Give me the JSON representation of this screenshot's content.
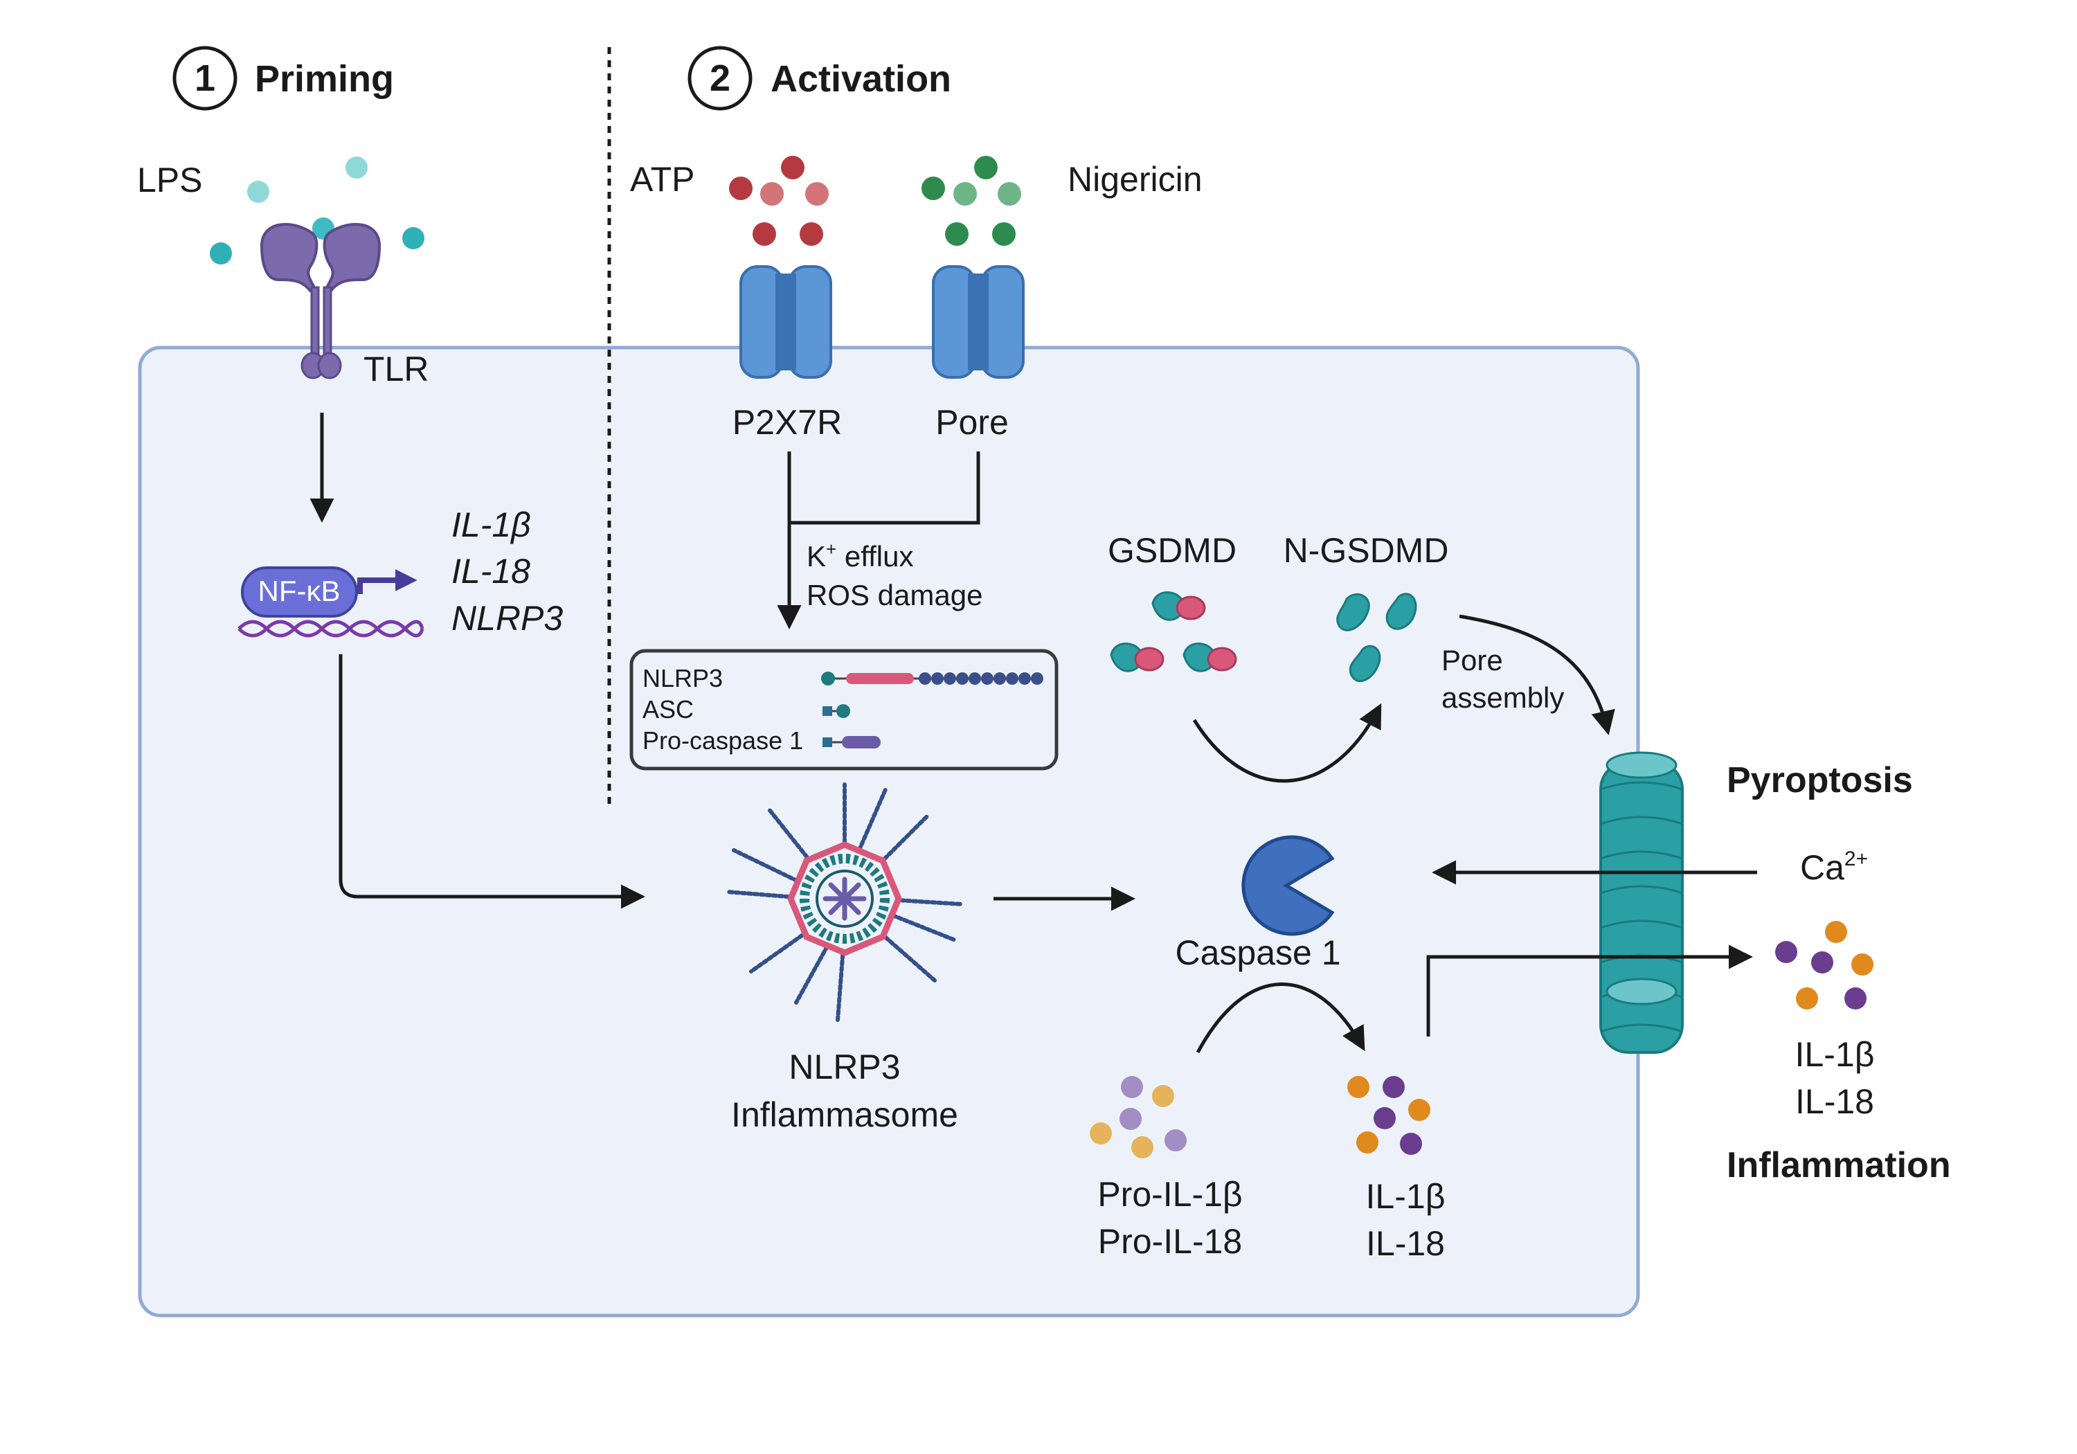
{
  "colors": {
    "cell_fill": "#edf2fa",
    "cell_border": "#93a9d6",
    "receptor_purple": "#7b6aac",
    "lps_teal": "#3fbcc2",
    "atp_red": "#b43a3f",
    "nig_green": "#2e8b4e",
    "channel_blue": "#4a86c8",
    "gsdmd_teal": "#2aa0a4",
    "gsdmd_pink": "#d9587a",
    "caspase_blue": "#3f6fbd",
    "il1_orange": "#e08a1e",
    "il18_purple": "#6a3d8f",
    "nfkb": "#6a6fd8"
  },
  "steps": {
    "priming_num": "1",
    "priming_label": "Priming",
    "activation_num": "2",
    "activation_label": "Activation"
  },
  "labels": {
    "lps": "LPS",
    "tlr": "TLR",
    "atp": "ATP",
    "nigericin": "Nigericin",
    "p2x7r": "P2X7R",
    "pore": "Pore",
    "nfkb": "NF-κB",
    "gene1": "IL-1β",
    "gene2": "IL-18",
    "gene3": "NLRP3",
    "k_efflux_k": "K",
    "k_efflux_sup": "+",
    "k_efflux_rest": " efflux",
    "ros": "ROS damage",
    "domain_nlrp3": "NLRP3",
    "domain_asc": "ASC",
    "domain_procasp": "Pro-caspase 1",
    "inflammasome_1": "NLRP3",
    "inflammasome_2": "Inflammasome",
    "gsdmd": "GSDMD",
    "n_gsdmd": "N-GSDMD",
    "pore_assembly_1": "Pore",
    "pore_assembly_2": "assembly",
    "caspase": "Caspase 1",
    "pro_il1b": "Pro-IL-1β",
    "pro_il18": "Pro-IL-18",
    "il1b_in": "IL-1β",
    "il18_in": "IL-18",
    "pyroptosis": "Pyroptosis",
    "ca_base": "Ca",
    "ca_sup": "2+",
    "il1b_out": "IL-1β",
    "il18_out": "IL-18",
    "inflammation": "Inflammation"
  }
}
